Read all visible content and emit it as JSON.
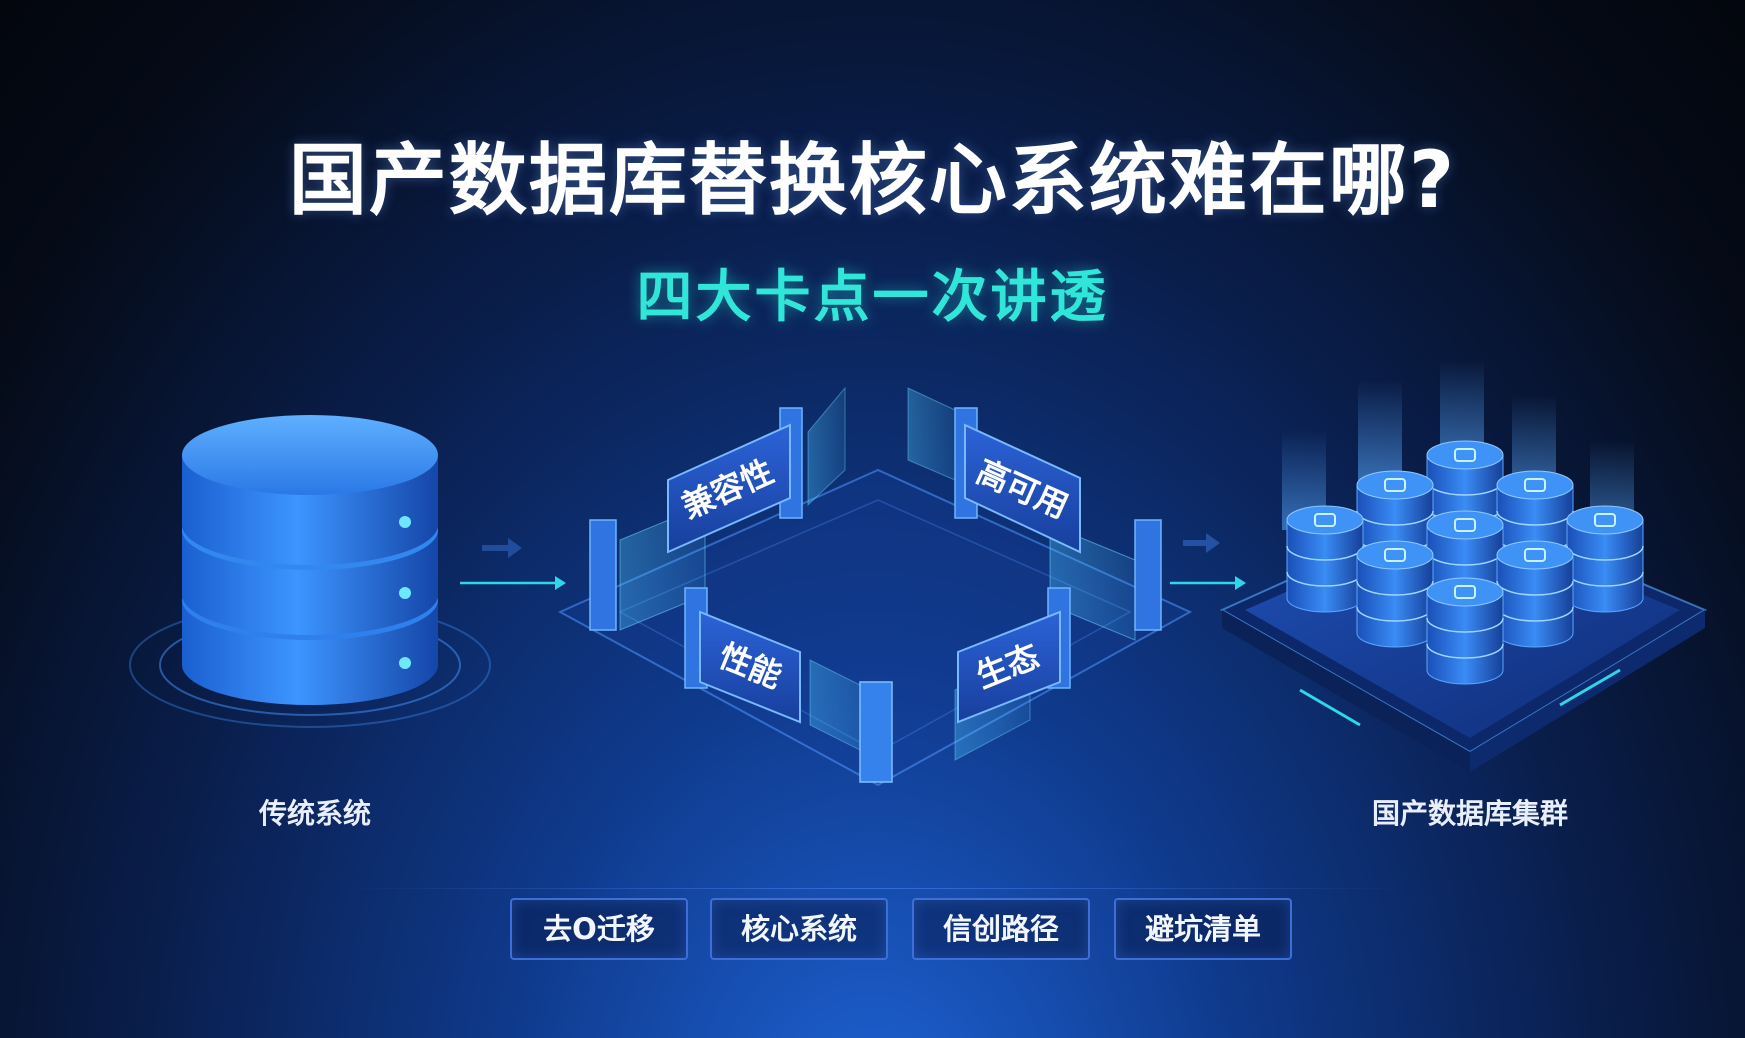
{
  "title": "国产数据库替换核心系统难在哪?",
  "subtitle": "四大卡点一次讲透",
  "left_caption": "传统系统",
  "right_caption": "国产数据库集群",
  "gates": {
    "compat": "兼容性",
    "ha": "高可用",
    "perf": "性能",
    "eco": "生态"
  },
  "tags": [
    "去O迁移",
    "核心系统",
    "信创路径",
    "避坑清单"
  ],
  "colors": {
    "title": "#ffffff",
    "subtitle": "#2fe6d9",
    "accent": "#2fe6d9",
    "panel_blue": "#1e4fb8",
    "db_blue": "#2b7be8"
  },
  "icons": [
    "database-icon",
    "arrow-right-icon",
    "gate-frame-icon",
    "database-cluster-icon"
  ]
}
